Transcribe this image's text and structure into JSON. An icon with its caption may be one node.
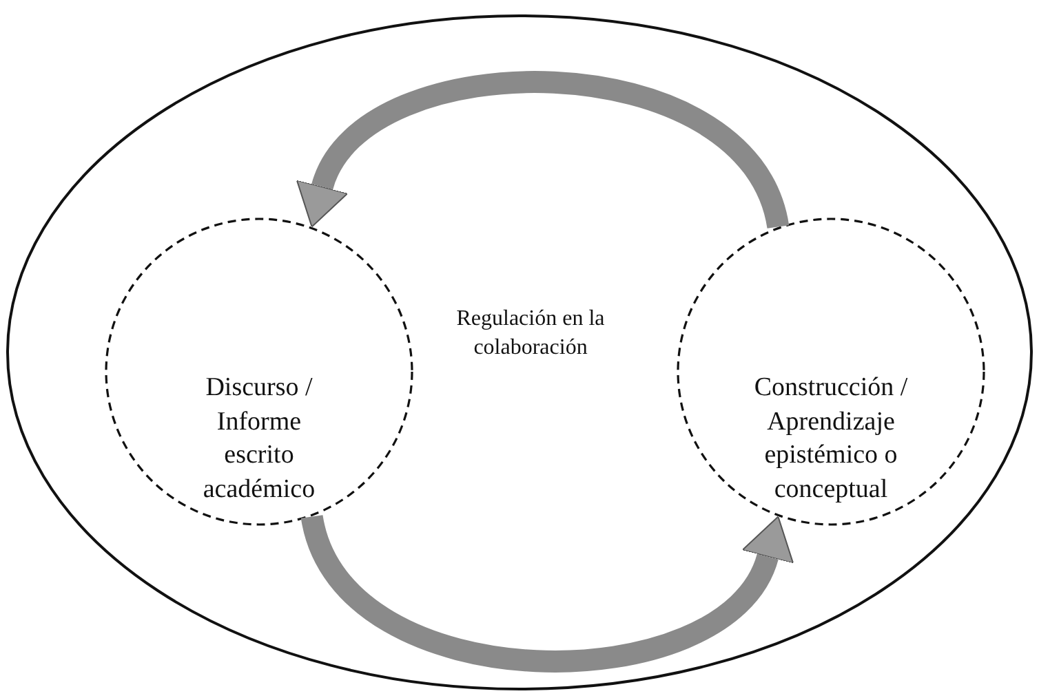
{
  "diagram": {
    "nodes": [
      {
        "text": [
          "Regulación en la colaboración"
        ]
      },
      {
        "text": [
          "Discurso / Informe escrito académico"
        ],
        "in": 0
      },
      {
        "text": [
          "Construcción / Aprendizaje epistémico o conceptual"
        ],
        "in": 0
      }
    ],
    "edges": [
      {
        "from": 2,
        "to": 1,
        "arrow": "to"
      },
      {
        "from": 1,
        "to": 2,
        "arrow": "to"
      }
    ]
  }
}
